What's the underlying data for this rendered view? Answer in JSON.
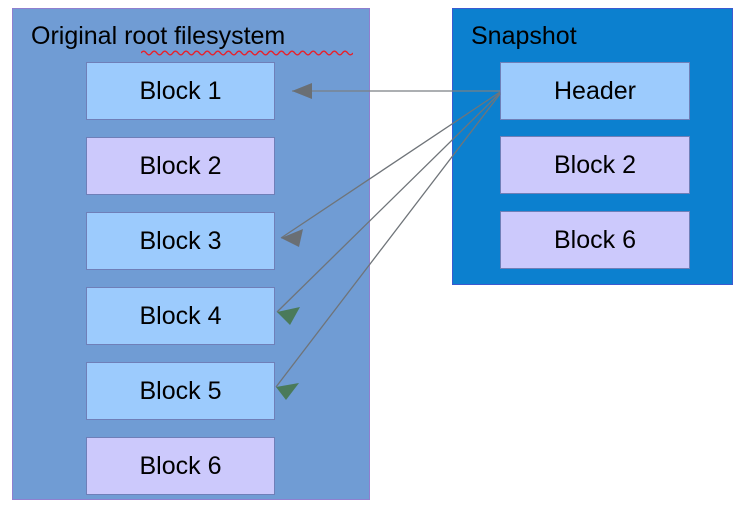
{
  "diagram": {
    "title_note": "Filesystem snapshot block sharing diagram",
    "colors": {
      "original_panel_bg": "#709cd4",
      "snapshot_panel_bg": "#0c80cf",
      "block_blue": "#9ccbfd",
      "block_lavender": "#ccc9fc",
      "block_border": "#6f7fb8",
      "arrow_gray": "#5f6368",
      "arrow_green": "#4a7a5a",
      "spellcheck_underline": "#e8202a",
      "page_bg": "#ffffff"
    }
  },
  "original": {
    "title": "Original root filesystem",
    "title_misspelled_word": "filesystem",
    "blocks": [
      {
        "label": "Block 1",
        "shade": "blue"
      },
      {
        "label": "Block 2",
        "shade": "lav"
      },
      {
        "label": "Block 3",
        "shade": "blue"
      },
      {
        "label": "Block 4",
        "shade": "blue"
      },
      {
        "label": "Block 5",
        "shade": "blue"
      },
      {
        "label": "Block 6",
        "shade": "lav"
      }
    ]
  },
  "snapshot": {
    "title": "Snapshot",
    "blocks": [
      {
        "label": "Header",
        "shade": "blue"
      },
      {
        "label": "Block 2",
        "shade": "lav"
      },
      {
        "label": "Block 6",
        "shade": "lav"
      }
    ]
  },
  "arrows": [
    {
      "from": "snapshot-header",
      "to": "block-1",
      "head_color": "#5f6368"
    },
    {
      "from": "snapshot-header",
      "to": "block-3",
      "head_color": "#5f6368"
    },
    {
      "from": "snapshot-header",
      "to": "block-4",
      "head_color": "#4a7a5a"
    },
    {
      "from": "snapshot-header",
      "to": "block-5",
      "head_color": "#4a7a5a"
    }
  ]
}
